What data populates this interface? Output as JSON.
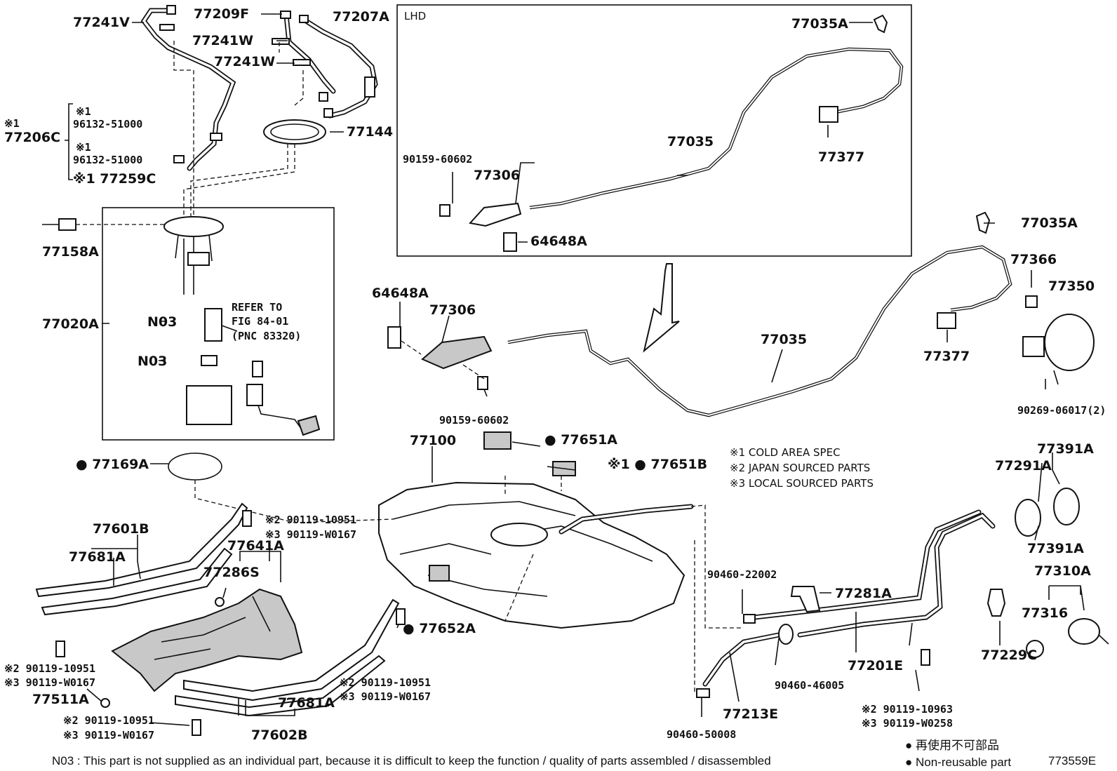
{
  "diagram": {
    "lhd_label": "LHD",
    "diagram_id": "773559E",
    "refer_to": [
      "REFER TO",
      "FIG 84-01",
      "(PNC 83320)"
    ],
    "legend": {
      "n1": "※1 COLD AREA SPEC",
      "n2": "※2 JAPAN SOURCED PARTS",
      "n3": "※3 LOCAL SOURCED PARTS"
    },
    "footnote": "N03 : This part is not supplied as an individual part, because it is difficult to keep the function / quality of parts assembled / disassembled",
    "nonreuse_jp": "● 再使用不可部品",
    "nonreuse_en": "● Non-reusable part"
  },
  "labels": {
    "p77241V": "77241V",
    "p77209F": "77209F",
    "p77207A": "77207A",
    "p77241W_1": "77241W",
    "p77241W_2": "77241W",
    "p77144": "77144",
    "n1_a": "※1",
    "p96132_a": "96132-51000",
    "n1_b": "※1",
    "p77206C": "77206C",
    "n1_c": "※1",
    "p96132_b": "96132-51000",
    "p77259C": "※1 77259C",
    "p77158A": "77158A",
    "p77020A": "77020A",
    "n03_a": "N03",
    "n03_b": "N03",
    "p77035A_top": "77035A",
    "p77035_top": "77035",
    "p77377_top": "77377",
    "p90159_top": "90159-60602",
    "p77306_top": "77306",
    "p64648A_top": "64648A",
    "p77035A_r": "77035A",
    "p77366": "77366",
    "p77350": "77350",
    "p64648A": "64648A",
    "p77306": "77306",
    "p77035": "77035",
    "p77377": "77377",
    "p90159": "90159-60602",
    "p90269": "90269-06017(2)",
    "p77100": "77100",
    "p77651A": "● 77651A",
    "p77651B": "※1 ● 77651B",
    "p77169A": "● 77169A",
    "p77391A_t": "77391A",
    "p77291A": "77291A",
    "p77391A_b": "77391A",
    "p77310A": "77310A",
    "p77316": "77316",
    "p77601B": "77601B",
    "p77681A_l": "77681A",
    "p9011910951_t": "※2 90119-10951",
    "p90119W0167_t": "※3 90119-W0167",
    "p77641A": "77641A",
    "p77286S": "77286S",
    "p90460_22002": "90460-22002",
    "p77281A": "77281A",
    "p77652A": "● 77652A",
    "p77229C": "77229C",
    "p9011910951_l": "※2 90119-10951",
    "p90119W0167_l": "※3 90119-W0167",
    "p77511A": "77511A",
    "p9011910951_m": "※2 90119-10951",
    "p90119W0167_m": "※3 90119-W0167",
    "p77681A_b": "77681A",
    "p9011910951_b": "※2 90119-10951",
    "p90119W0167_b": "※3 90119-W0167",
    "p77602B": "77602B",
    "p77201E": "77201E",
    "p90460_46005": "90460-46005",
    "p77213E": "77213E",
    "p90460_50008": "90460-50008",
    "p9011910963": "※2 90119-10963",
    "p90119W0258": "※3 90119-W0258"
  }
}
